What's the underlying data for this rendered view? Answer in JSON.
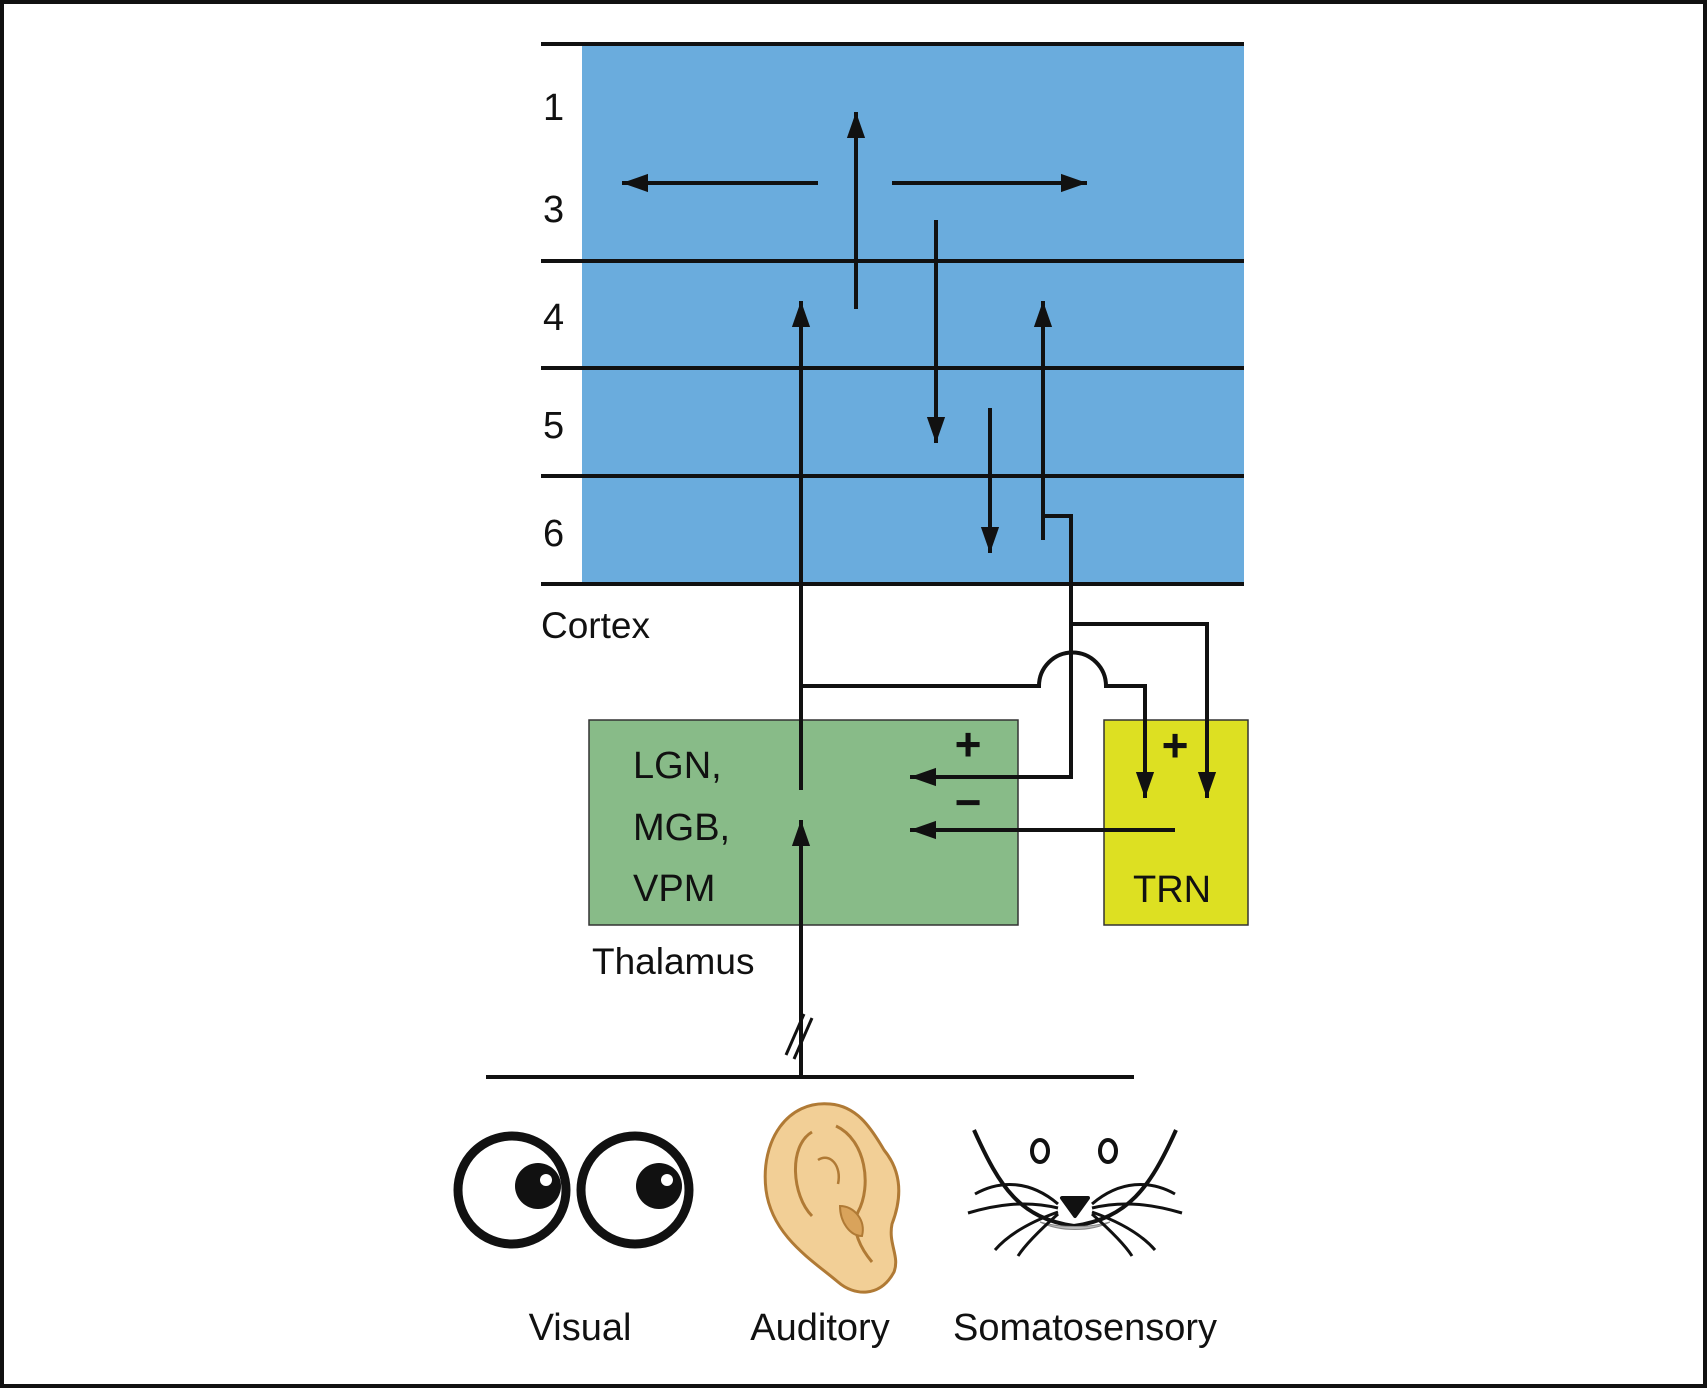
{
  "cortex": {
    "label": "Cortex",
    "layers": [
      "1",
      "3",
      "4",
      "5",
      "6"
    ],
    "fill_color": "#6aacdd"
  },
  "thalamus": {
    "label": "Thalamus",
    "nuclei": [
      "LGN,",
      "MGB,",
      "VPM"
    ],
    "fill_color": "#88bb88"
  },
  "trn": {
    "label": "TRN",
    "fill_color": "#dde022"
  },
  "signs": {
    "excitatory_thalamus": "+",
    "inhibitory_thalamus": "−",
    "excitatory_trn": "+"
  },
  "modalities": {
    "visual": {
      "label": "Visual",
      "icon": "eyes-icon"
    },
    "auditory": {
      "label": "Auditory",
      "icon": "ear-icon"
    },
    "somatosensory": {
      "label": "Somatosensory",
      "icon": "whiskers-icon"
    }
  },
  "colors": {
    "line": "#111111",
    "ear_fill": "#f2cf96",
    "ear_stroke": "#b07a35",
    "border": "#111111"
  }
}
